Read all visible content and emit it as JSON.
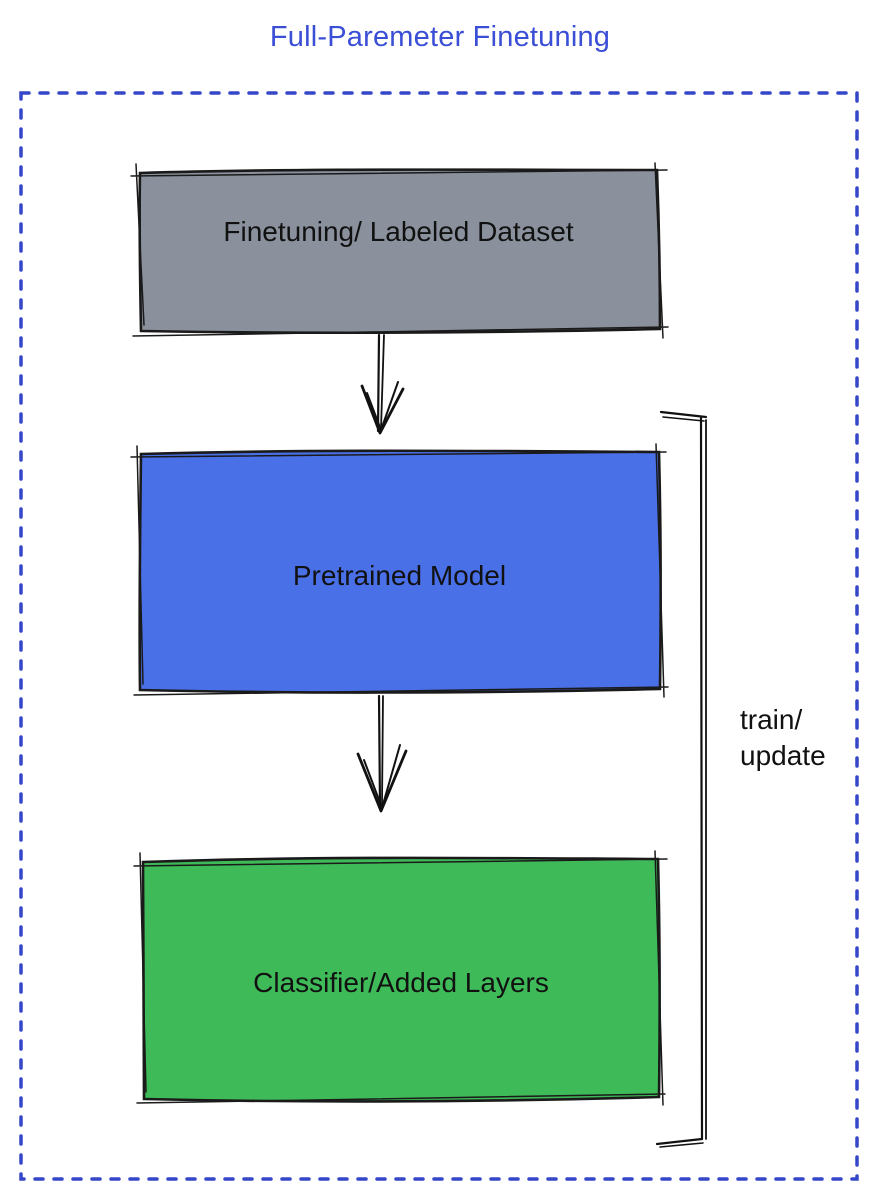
{
  "title": "Full-Paremeter Finetuning",
  "colors": {
    "title_text": "#3A4FD6",
    "boundary_blue": "#3547C9",
    "dataset_fill": "#8A919D",
    "pretrained_fill": "#4A70E8",
    "classifier_fill": "#3FBA58",
    "ink": "#111111"
  },
  "nodes": [
    {
      "id": "dataset",
      "label": "Finetuning/ Labeled Dataset"
    },
    {
      "id": "pretrained",
      "label": "Pretrained Model"
    },
    {
      "id": "classifier",
      "label": "Classifier/Added Layers"
    }
  ],
  "edges": [
    {
      "from": "dataset",
      "to": "pretrained",
      "type": "arrow-down"
    },
    {
      "from": "pretrained",
      "to": "classifier",
      "type": "arrow-down"
    }
  ],
  "bracket_label": {
    "line1": "train/",
    "line2": "update"
  }
}
